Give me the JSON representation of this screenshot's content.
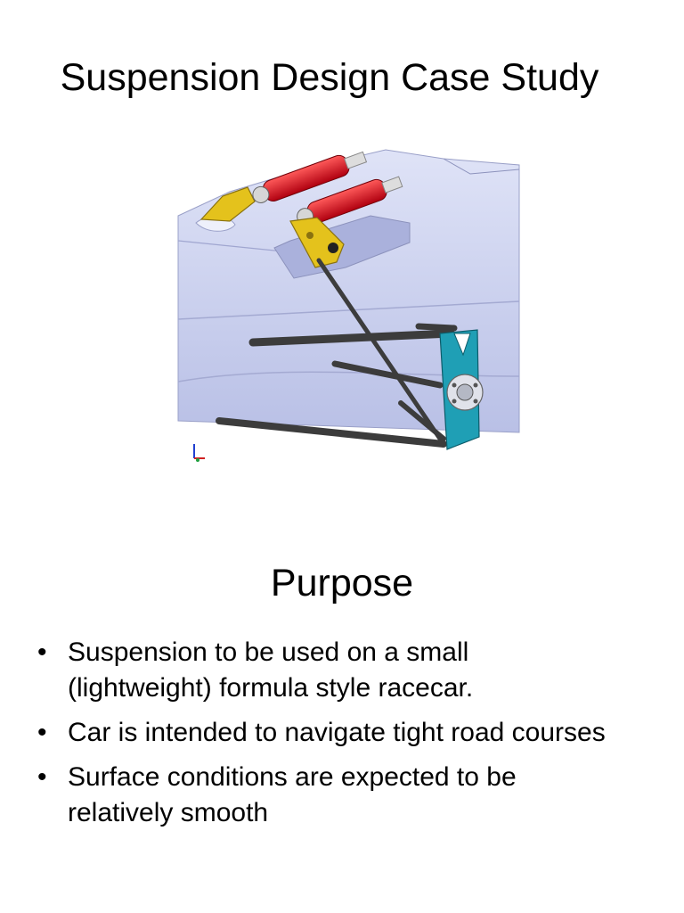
{
  "slides": [
    {
      "title": "Suspension Design Case Study"
    },
    {
      "title": "Purpose",
      "bullet_marker": "•",
      "bullets": [
        "Suspension to be used on a small (lightweight) formula style racecar.",
        "Car is intended to navigate tight road courses",
        "Surface conditions are expected to be relatively smooth"
      ]
    }
  ],
  "colors": {
    "chassis": "#c8ceee",
    "shock": "#d8121c",
    "rocker": "#e4c21c",
    "upright": "#1f9fb5",
    "rod": "#3c3c3c"
  }
}
